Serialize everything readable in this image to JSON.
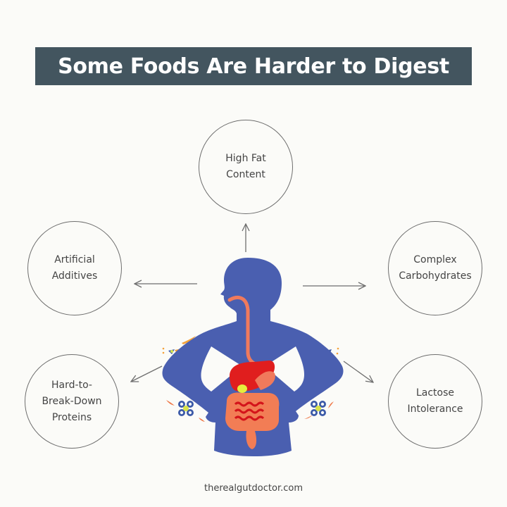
{
  "title": "Some Foods Are Harder to Digest",
  "colors": {
    "background": "#fbfbf8",
    "title_bar": "#43555f",
    "title_text": "#ffffff",
    "body_silhouette": "#4a5fb0",
    "esophagus": "#f07a5c",
    "stomach": "#e01e1e",
    "intestines": "#f27d55",
    "gallbladder": "#e6ee3c",
    "node_border": "#6e6e6e",
    "label_text": "#444444"
  },
  "center_figure": {
    "description": "human-silhouette-with-digestive-system"
  },
  "nodes": [
    {
      "id": "high-fat",
      "lines": [
        "High Fat",
        "Content"
      ],
      "position": "top"
    },
    {
      "id": "artificial-additives",
      "lines": [
        "Artificial",
        "Additives"
      ],
      "position": "middle-left"
    },
    {
      "id": "complex-carbs",
      "lines": [
        "Complex",
        "Carbohydrates"
      ],
      "position": "middle-right"
    },
    {
      "id": "proteins",
      "lines": [
        "Hard-to-",
        "Break-Down",
        "Proteins"
      ],
      "position": "bottom-left"
    },
    {
      "id": "lactose",
      "lines": [
        "Lactose",
        "Intolerance"
      ],
      "position": "bottom-right"
    }
  ],
  "footer": {
    "website": "therealgutdoctor.com"
  }
}
